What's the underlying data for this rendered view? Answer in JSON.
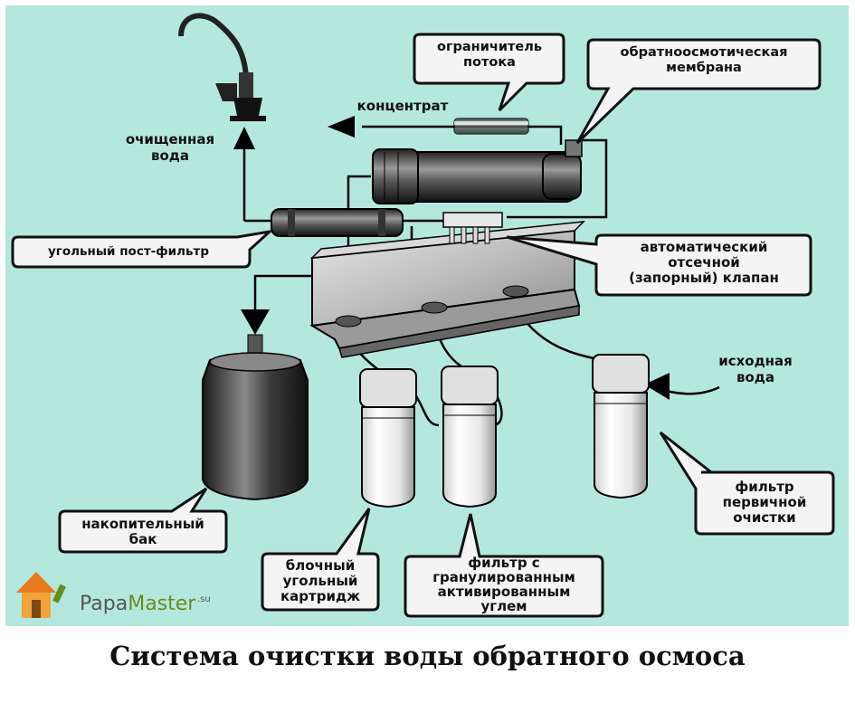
{
  "colors": {
    "background": "#b5e8dc",
    "callout_fill": "#f4f4f4",
    "pipe": "#000000"
  },
  "labels": {
    "flow_limiter": "ограничитель\nпотока",
    "membrane": "обратноосмотическая\nмембрана",
    "concentrate": "концентрат",
    "purified_water": "очищенная\nвода",
    "carbon_post_filter": "угольный пост-фильтр",
    "shutoff_valve": "автоматический\nотсечной\n(запорный) клапан",
    "source_water": "исходная\nвода",
    "prefilter": "фильтр\nпервичной\nочистки",
    "storage_tank": "накопительный\nбак",
    "block_carbon": "блочный\nугольный\nкартридж",
    "granular_carbon": "фильтр с\nгранулированным\nактивированным\nуглем"
  },
  "logo": {
    "part1": "Papa",
    "part2": "Master",
    "suffix": ".su"
  },
  "caption": "Система очистки воды обратного осмоса"
}
